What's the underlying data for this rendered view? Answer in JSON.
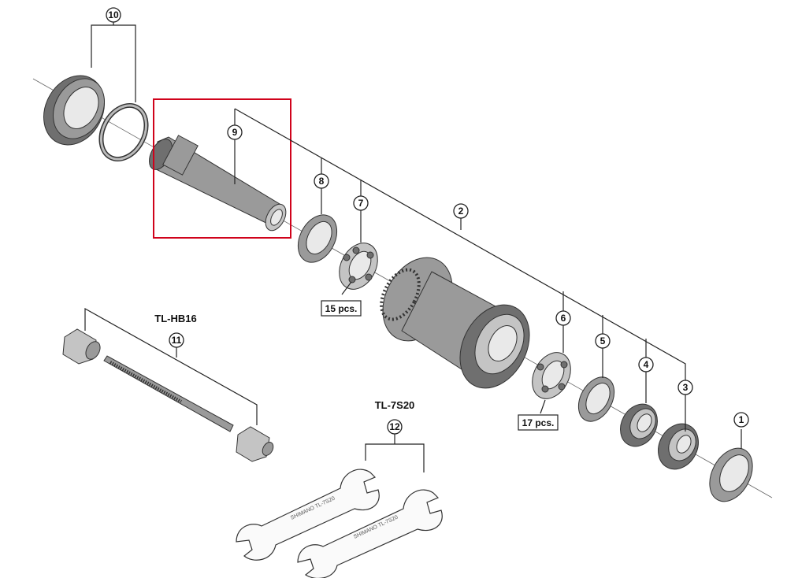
{
  "diagram": {
    "callouts": [
      "10",
      "9",
      "8",
      "7",
      "2",
      "6",
      "5",
      "4",
      "3",
      "1",
      "11",
      "12"
    ],
    "quantity_labels": [
      "15 pcs.",
      "17 pcs."
    ],
    "tool_labels": [
      "TL-HB16",
      "TL-7S20"
    ],
    "highlighted_part": "9",
    "highlight_color": "#d0021b"
  }
}
